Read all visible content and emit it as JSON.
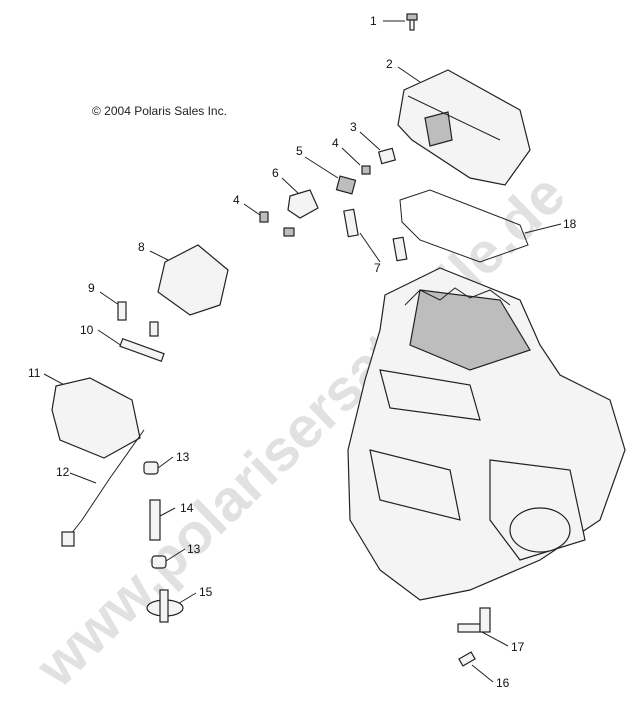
{
  "copyright": "© 2004 Polaris Sales Inc.",
  "watermark": "www.polarisersatzteile.de",
  "callouts": [
    "1",
    "2",
    "3",
    "4",
    "5",
    "6",
    "4",
    "7",
    "18",
    "8",
    "9",
    "10",
    "11",
    "12",
    "13",
    "14",
    "13",
    "15",
    "17",
    "16"
  ]
}
